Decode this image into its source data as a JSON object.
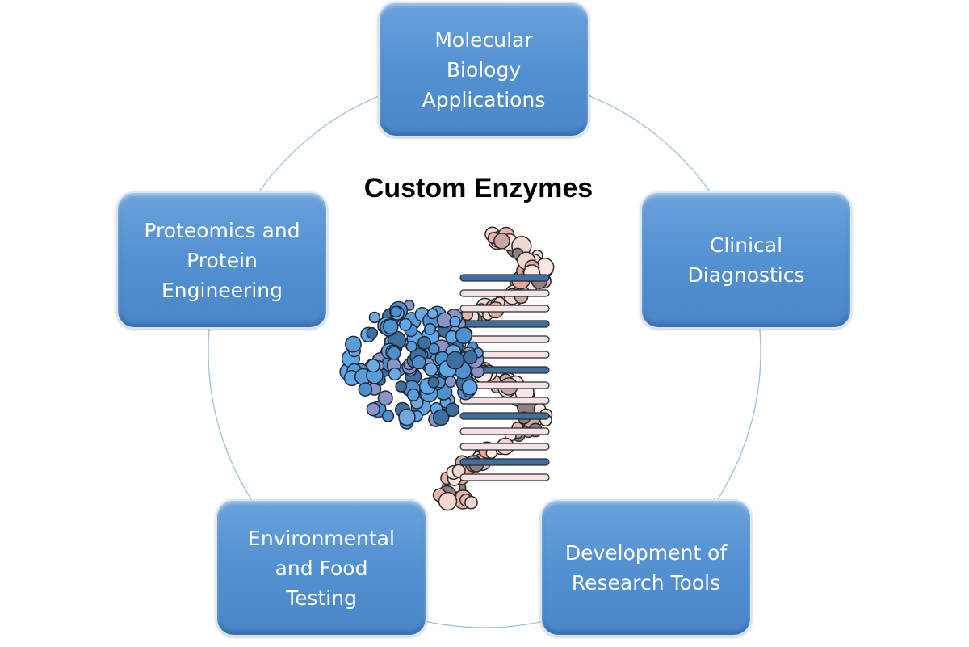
{
  "title": "Custom Enzymes",
  "nodes": [
    {
      "id": "molecular-biology",
      "label": "Molecular\nBiology\nApplications"
    },
    {
      "id": "clinical-diagnostics",
      "label": "Clinical\nDiagnostics"
    },
    {
      "id": "research-tools",
      "label": "Development of\nResearch Tools"
    },
    {
      "id": "environmental-food",
      "label": "Environmental\nand Food\nTesting"
    },
    {
      "id": "proteomics",
      "label": "Proteomics and\nProtein\nEngineering"
    }
  ],
  "center_image": "enzyme-dna-complex-illustration",
  "colors": {
    "box": "#5592d2",
    "ring": "#9dbfe0",
    "protein": "#5b9bd8",
    "dna": "#e8c4bc"
  }
}
